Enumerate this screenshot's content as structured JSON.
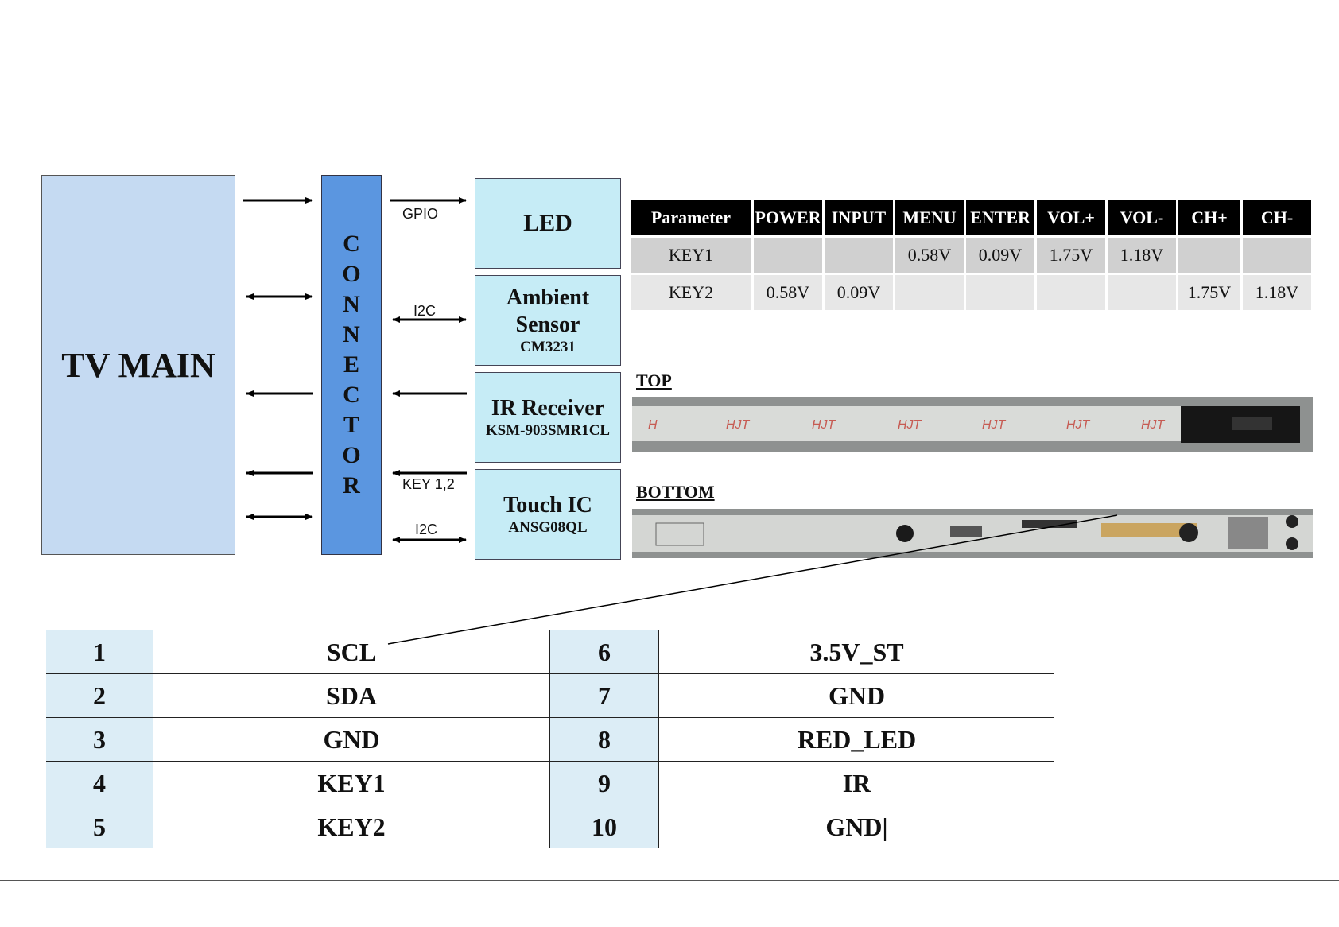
{
  "diagram": {
    "tv_main": "TV MAIN",
    "connector_letters": [
      "C",
      "O",
      "N",
      "N",
      "E",
      "C",
      "T",
      "O",
      "R"
    ],
    "modules": [
      {
        "title": "LED",
        "sub": ""
      },
      {
        "title": "Ambient Sensor",
        "sub": "CM3231"
      },
      {
        "title": "IR Receiver",
        "sub": "KSM-903SMR1CL"
      },
      {
        "title": "Touch IC",
        "sub": "ANSG08QL"
      }
    ],
    "signals": {
      "gpio": "GPIO",
      "i2c_1": "I2C",
      "key": "KEY 1,2",
      "i2c_2": "I2C"
    }
  },
  "key_table": {
    "headers": [
      "Parameter",
      "POWER",
      "INPUT",
      "MENU",
      "ENTER",
      "VOL+",
      "VOL-",
      "CH+",
      "CH-"
    ],
    "rows": [
      [
        "KEY1",
        "",
        "",
        "0.58V",
        "0.09V",
        "1.75V",
        "1.18V",
        "",
        ""
      ],
      [
        "KEY2",
        "0.58V",
        "0.09V",
        "",
        "",
        "",
        "",
        "1.75V",
        "1.18V"
      ]
    ]
  },
  "photos": {
    "top_label": "TOP",
    "bottom_label": "BOTTOM"
  },
  "pin_table": {
    "rows": [
      [
        "1",
        "SCL",
        "6",
        "3.5V_ST"
      ],
      [
        "2",
        "SDA",
        "7",
        "GND"
      ],
      [
        "3",
        "GND",
        "8",
        "RED_LED"
      ],
      [
        "4",
        "KEY1",
        "9",
        "IR"
      ],
      [
        "5",
        "KEY2",
        "10",
        "GND|"
      ]
    ]
  }
}
